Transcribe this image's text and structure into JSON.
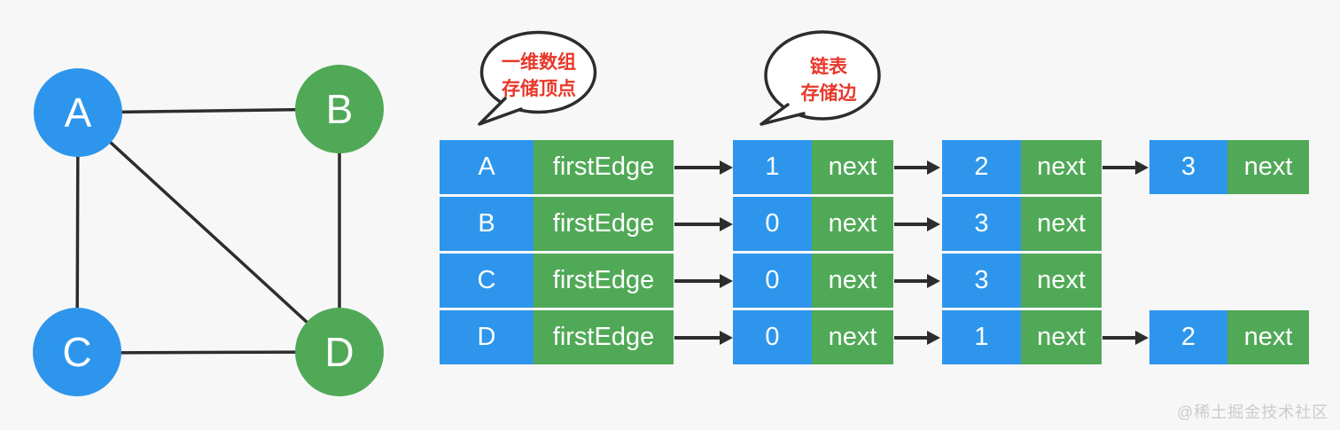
{
  "colors": {
    "bg": "#f7f7f8",
    "blue": "#2d96ec",
    "green": "#50a956",
    "stroke": "#2d2d2d",
    "red": "#e8382a",
    "watermark": "#cbcbcb"
  },
  "graph": {
    "nodes": [
      {
        "label": "A",
        "color": "blue"
      },
      {
        "label": "B",
        "color": "green"
      },
      {
        "label": "C",
        "color": "blue"
      },
      {
        "label": "D",
        "color": "green"
      }
    ],
    "edges": [
      [
        "A",
        "B"
      ],
      [
        "A",
        "C"
      ],
      [
        "A",
        "D"
      ],
      [
        "B",
        "D"
      ],
      [
        "C",
        "D"
      ]
    ]
  },
  "annotations": [
    {
      "lines": [
        "一维数组",
        "存储顶点"
      ]
    },
    {
      "lines": [
        "链表",
        "存储边"
      ]
    }
  ],
  "adjacency_list": {
    "field_label": "firstEdge",
    "next_label": "next",
    "rows": [
      {
        "vertex": "A",
        "edges": [
          "1",
          "2",
          "3"
        ]
      },
      {
        "vertex": "B",
        "edges": [
          "0",
          "3"
        ]
      },
      {
        "vertex": "C",
        "edges": [
          "0",
          "3"
        ]
      },
      {
        "vertex": "D",
        "edges": [
          "0",
          "1",
          "2"
        ]
      }
    ]
  },
  "watermark": "@稀土掘金技术社区"
}
